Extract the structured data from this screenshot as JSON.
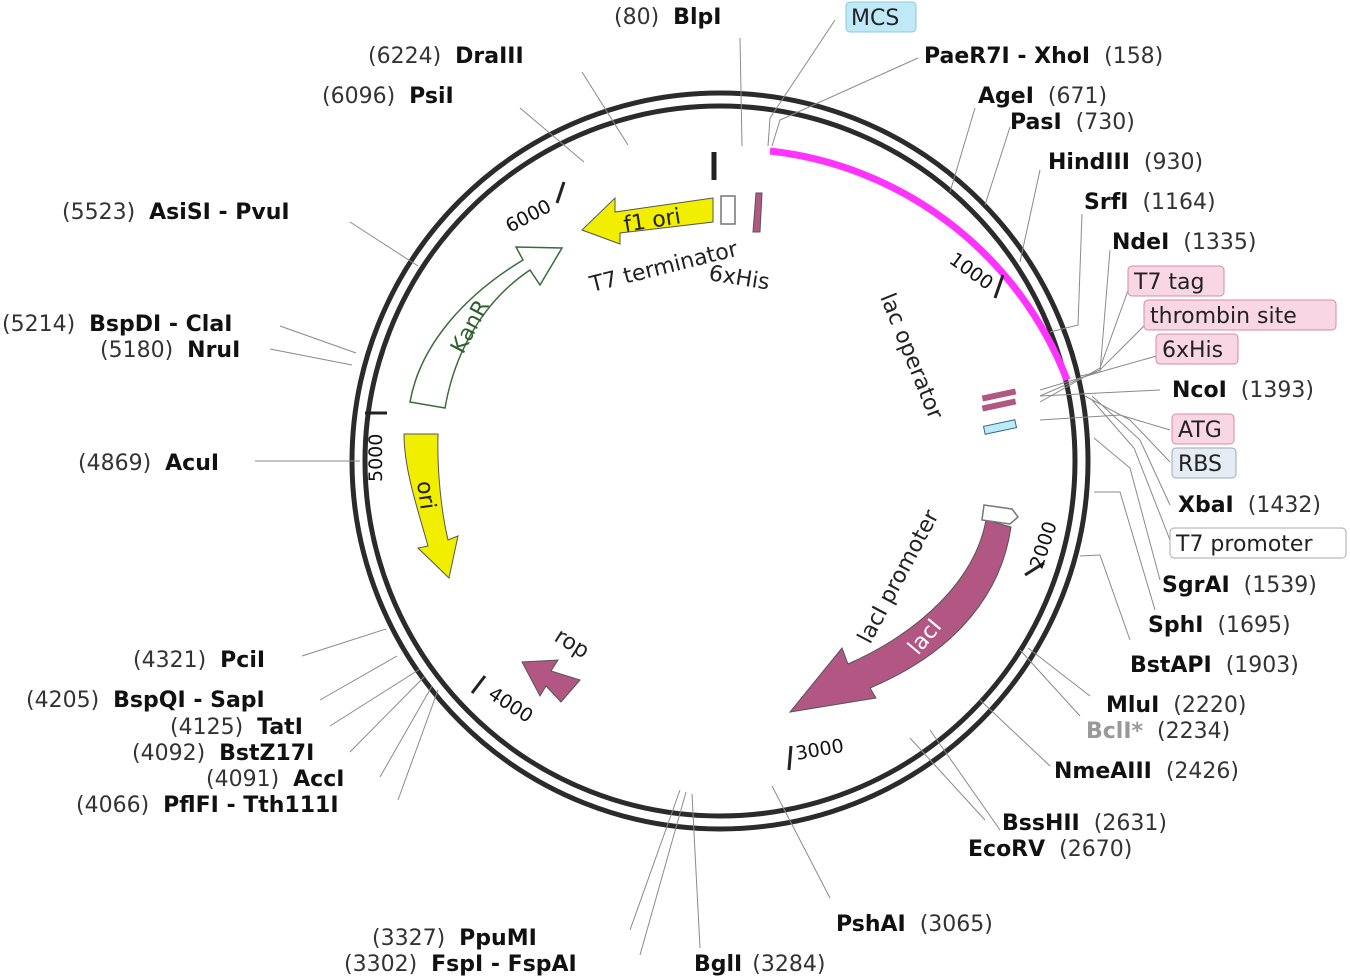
{
  "colors": {
    "backbone": "#2b2b2b",
    "mcs_arc": "#ff33ff",
    "ori": "#f2ee00",
    "kanr_fill": "#ffffff",
    "kanr_stroke": "#3a6b3a",
    "laci": "#b25683",
    "rop": "#b25683",
    "mcs_box": "#bfe9f7",
    "tag_box": "#f9d6e4",
    "rbs_box": "#e6ecf3"
  },
  "backbone_ticks": [
    {
      "label": "1000"
    },
    {
      "label": "2000"
    },
    {
      "label": "3000"
    },
    {
      "label": "4000"
    },
    {
      "label": "5000"
    },
    {
      "label": "6000"
    }
  ],
  "sites": [
    {
      "name": "BlpI",
      "pos": "(80)"
    },
    {
      "name": "DraIII",
      "pos": "(6224)"
    },
    {
      "name": "PsiI",
      "pos": "(6096)"
    },
    {
      "name": "AsiSI - PvuI",
      "pos": "(5523)"
    },
    {
      "name": "BspDI - ClaI",
      "pos": "(5214)"
    },
    {
      "name": "NruI",
      "pos": "(5180)"
    },
    {
      "name": "AcuI",
      "pos": "(4869)"
    },
    {
      "name": "PciI",
      "pos": "(4321)"
    },
    {
      "name": "BspQI - SapI",
      "pos": "(4205)"
    },
    {
      "name": "TatI",
      "pos": "(4125)"
    },
    {
      "name": "BstZ17I",
      "pos": "(4092)"
    },
    {
      "name": "AccI",
      "pos": "(4091)"
    },
    {
      "name": "PflFI - Tth111I",
      "pos": "(4066)"
    },
    {
      "name": "PpuMI",
      "pos": "(3327)"
    },
    {
      "name": "FspI - FspAI",
      "pos": "(3302)"
    },
    {
      "name": "BglI",
      "pos": "(3284)"
    },
    {
      "name": "PshAI",
      "pos": "(3065)"
    },
    {
      "name": "EcoRV",
      "pos": "(2670)"
    },
    {
      "name": "BssHII",
      "pos": "(2631)"
    },
    {
      "name": "NmeAIII",
      "pos": "(2426)"
    },
    {
      "name": "BclI*",
      "pos": "(2234)"
    },
    {
      "name": "MluI",
      "pos": "(2220)"
    },
    {
      "name": "BstAPI",
      "pos": "(1903)"
    },
    {
      "name": "SphI",
      "pos": "(1695)"
    },
    {
      "name": "SgrAI",
      "pos": "(1539)"
    },
    {
      "name": "XbaI",
      "pos": "(1432)"
    },
    {
      "name": "NcoI",
      "pos": "(1393)"
    },
    {
      "name": "NdeI",
      "pos": "(1335)"
    },
    {
      "name": "SrfI",
      "pos": "(1164)"
    },
    {
      "name": "HindIII",
      "pos": "(930)"
    },
    {
      "name": "PasI",
      "pos": "(730)"
    },
    {
      "name": "AgeI",
      "pos": "(671)"
    },
    {
      "name": "PaeR7I - XhoI",
      "pos": "(158)"
    }
  ],
  "boxed_features": {
    "mcs": "MCS",
    "t7_tag": "T7 tag",
    "thrombin_site": "thrombin site",
    "his_tag_right": "6xHis",
    "atg": "ATG",
    "rbs": "RBS",
    "t7_promoter": "T7 promoter"
  },
  "features": {
    "f1_ori": "f1 ori",
    "kanr": "KanR",
    "ori": "ori",
    "rop": "rop",
    "laci": "lacI",
    "laci_promoter": "lacI promoter",
    "lac_operator": "lac operator",
    "t7_terminator": "T7 terminator",
    "his_tag_inner": "6xHis"
  }
}
